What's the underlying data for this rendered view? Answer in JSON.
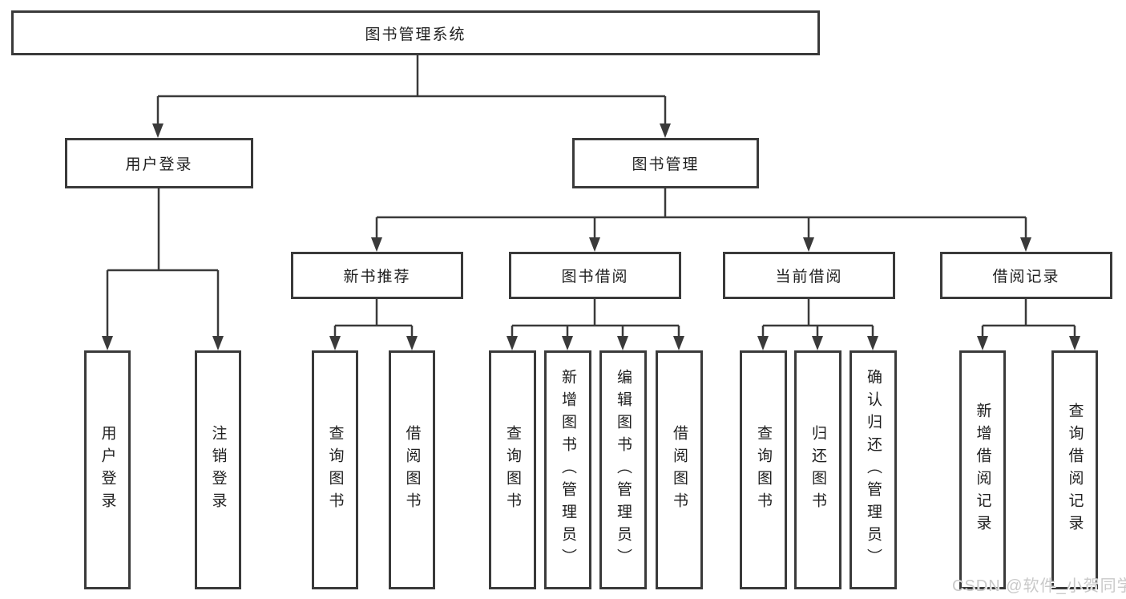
{
  "title_node": "图书管理系统",
  "level2": {
    "user_login": "用户登录",
    "book_mgmt": "图书管理"
  },
  "level3": {
    "new_book": "新书推荐",
    "book_borrow": "图书借阅",
    "current_borrow": "当前借阅",
    "borrow_record": "借阅记录"
  },
  "leaves": {
    "user_login": "用户登录",
    "logout": "注销登录",
    "nb_query": "查询图书",
    "nb_borrow": "借阅图书",
    "bb_query": "查询图书",
    "bb_add": "新增图书（管理员）",
    "bb_edit": "编辑图书（管理员）",
    "bb_borrow": "借阅图书",
    "cb_query": "查询图书",
    "cb_return": "归还图书",
    "cb_confirm": "确认归还（管理员）",
    "br_add": "新增借阅记录",
    "br_query": "查询借阅记录"
  },
  "watermark": "CSDN @软件_小贺同学",
  "colors": {
    "line": "#3a3a3a",
    "text": "#1f1f1f",
    "watermark": "#c9c9c9",
    "background": "#ffffff"
  }
}
